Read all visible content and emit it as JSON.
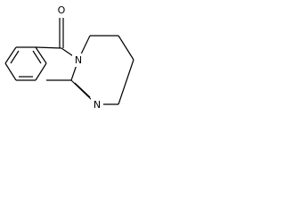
{
  "molecule": {
    "atom_labels": {
      "oxygen": "O",
      "nitrogen_bridgehead": "N",
      "nitrogen_imine": "N"
    },
    "colors": {
      "bond": "#000000",
      "background": "#ffffff"
    }
  }
}
